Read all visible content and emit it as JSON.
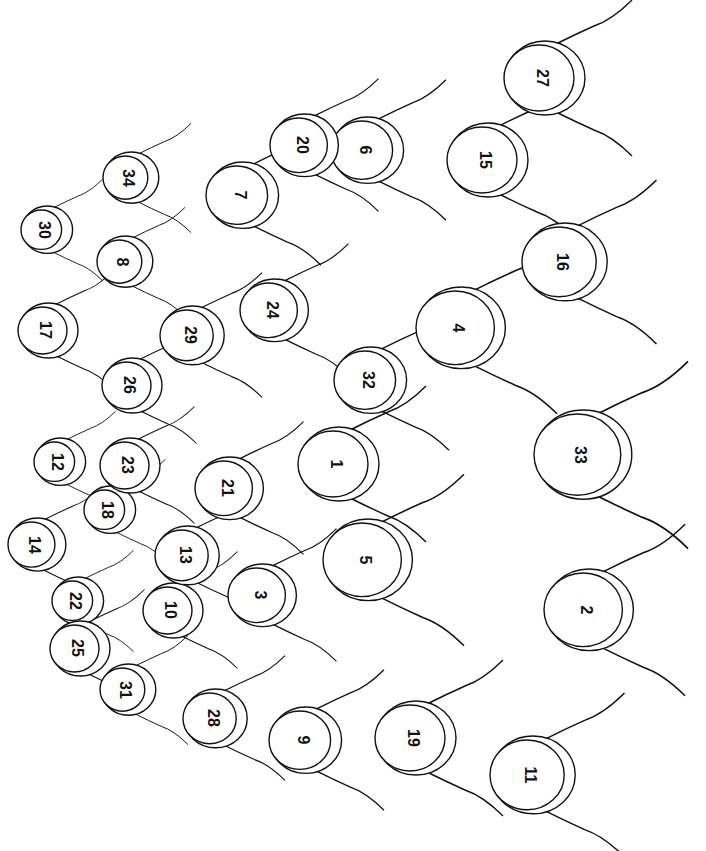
{
  "diagram": {
    "nodes": [
      {
        "text": [
          "1"
        ]
      },
      {
        "text": [
          "2"
        ]
      },
      {
        "text": [
          "3"
        ]
      },
      {
        "text": [
          "4"
        ]
      },
      {
        "text": [
          "5"
        ]
      },
      {
        "text": [
          "6"
        ]
      },
      {
        "text": [
          "7"
        ]
      },
      {
        "text": [
          "8"
        ]
      },
      {
        "text": [
          "9"
        ]
      },
      {
        "text": [
          "10"
        ]
      },
      {
        "text": [
          "11"
        ]
      },
      {
        "text": [
          "12"
        ]
      },
      {
        "text": [
          "13"
        ]
      },
      {
        "text": [
          "14"
        ]
      },
      {
        "text": [
          "15"
        ]
      },
      {
        "text": [
          "16"
        ]
      },
      {
        "text": [
          "17"
        ]
      },
      {
        "text": [
          "18"
        ]
      },
      {
        "text": [
          "19"
        ]
      },
      {
        "text": [
          "20"
        ]
      },
      {
        "text": [
          "21"
        ]
      },
      {
        "text": [
          "22"
        ]
      },
      {
        "text": [
          "23"
        ]
      },
      {
        "text": [
          "24"
        ]
      },
      {
        "text": [
          "25"
        ]
      },
      {
        "text": [
          "26"
        ]
      },
      {
        "text": [
          "27"
        ]
      },
      {
        "text": [
          "28"
        ]
      },
      {
        "text": [
          "29"
        ]
      },
      {
        "text": [
          "30"
        ]
      },
      {
        "text": [
          "31"
        ]
      },
      {
        "text": [
          "32"
        ]
      },
      {
        "text": [
          "33"
        ]
      },
      {
        "text": [
          "34"
        ]
      }
    ]
  }
}
